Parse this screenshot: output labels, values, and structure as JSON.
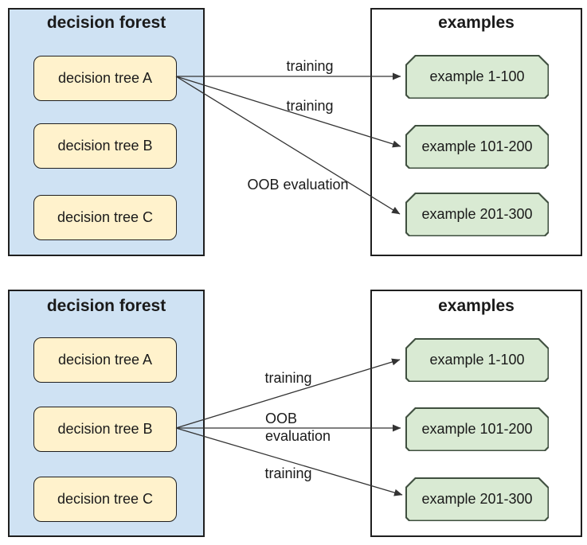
{
  "colors": {
    "forest_fill": "#cfe2f3",
    "tree_fill": "#fff2cc",
    "tree_border": "#1f1f1f",
    "box_border": "#1f1f1f",
    "example_fill": "#d9ead3",
    "example_border": "#3f4f3f",
    "arrow_color": "#333333",
    "text_color": "#1a1a1a"
  },
  "diagrams": [
    {
      "forest": {
        "title": "decision forest",
        "trees": [
          {
            "label": "decision tree A"
          },
          {
            "label": "decision tree B"
          },
          {
            "label": "decision tree C"
          }
        ]
      },
      "examples": {
        "title": "examples",
        "items": [
          {
            "label": "example 1-100"
          },
          {
            "label": "example 101-200"
          },
          {
            "label": "example 201-300"
          }
        ]
      },
      "source_tree": "decision tree A",
      "arrows": [
        {
          "from": "decision tree A",
          "to": "example 1-100",
          "label": "training"
        },
        {
          "from": "decision tree A",
          "to": "example 101-200",
          "label": "training"
        },
        {
          "from": "decision tree A",
          "to": "example 201-300",
          "label": "OOB evaluation"
        }
      ]
    },
    {
      "forest": {
        "title": "decision forest",
        "trees": [
          {
            "label": "decision tree A"
          },
          {
            "label": "decision tree B"
          },
          {
            "label": "decision tree C"
          }
        ]
      },
      "examples": {
        "title": "examples",
        "items": [
          {
            "label": "example 1-100"
          },
          {
            "label": "example 101-200"
          },
          {
            "label": "example 201-300"
          }
        ]
      },
      "source_tree": "decision tree B",
      "arrows": [
        {
          "from": "decision tree B",
          "to": "example 1-100",
          "label": "training"
        },
        {
          "from": "decision tree B",
          "to": "example 101-200",
          "label": "OOB evaluation"
        },
        {
          "from": "decision tree B",
          "to": "example 201-300",
          "label": "training"
        }
      ]
    }
  ]
}
